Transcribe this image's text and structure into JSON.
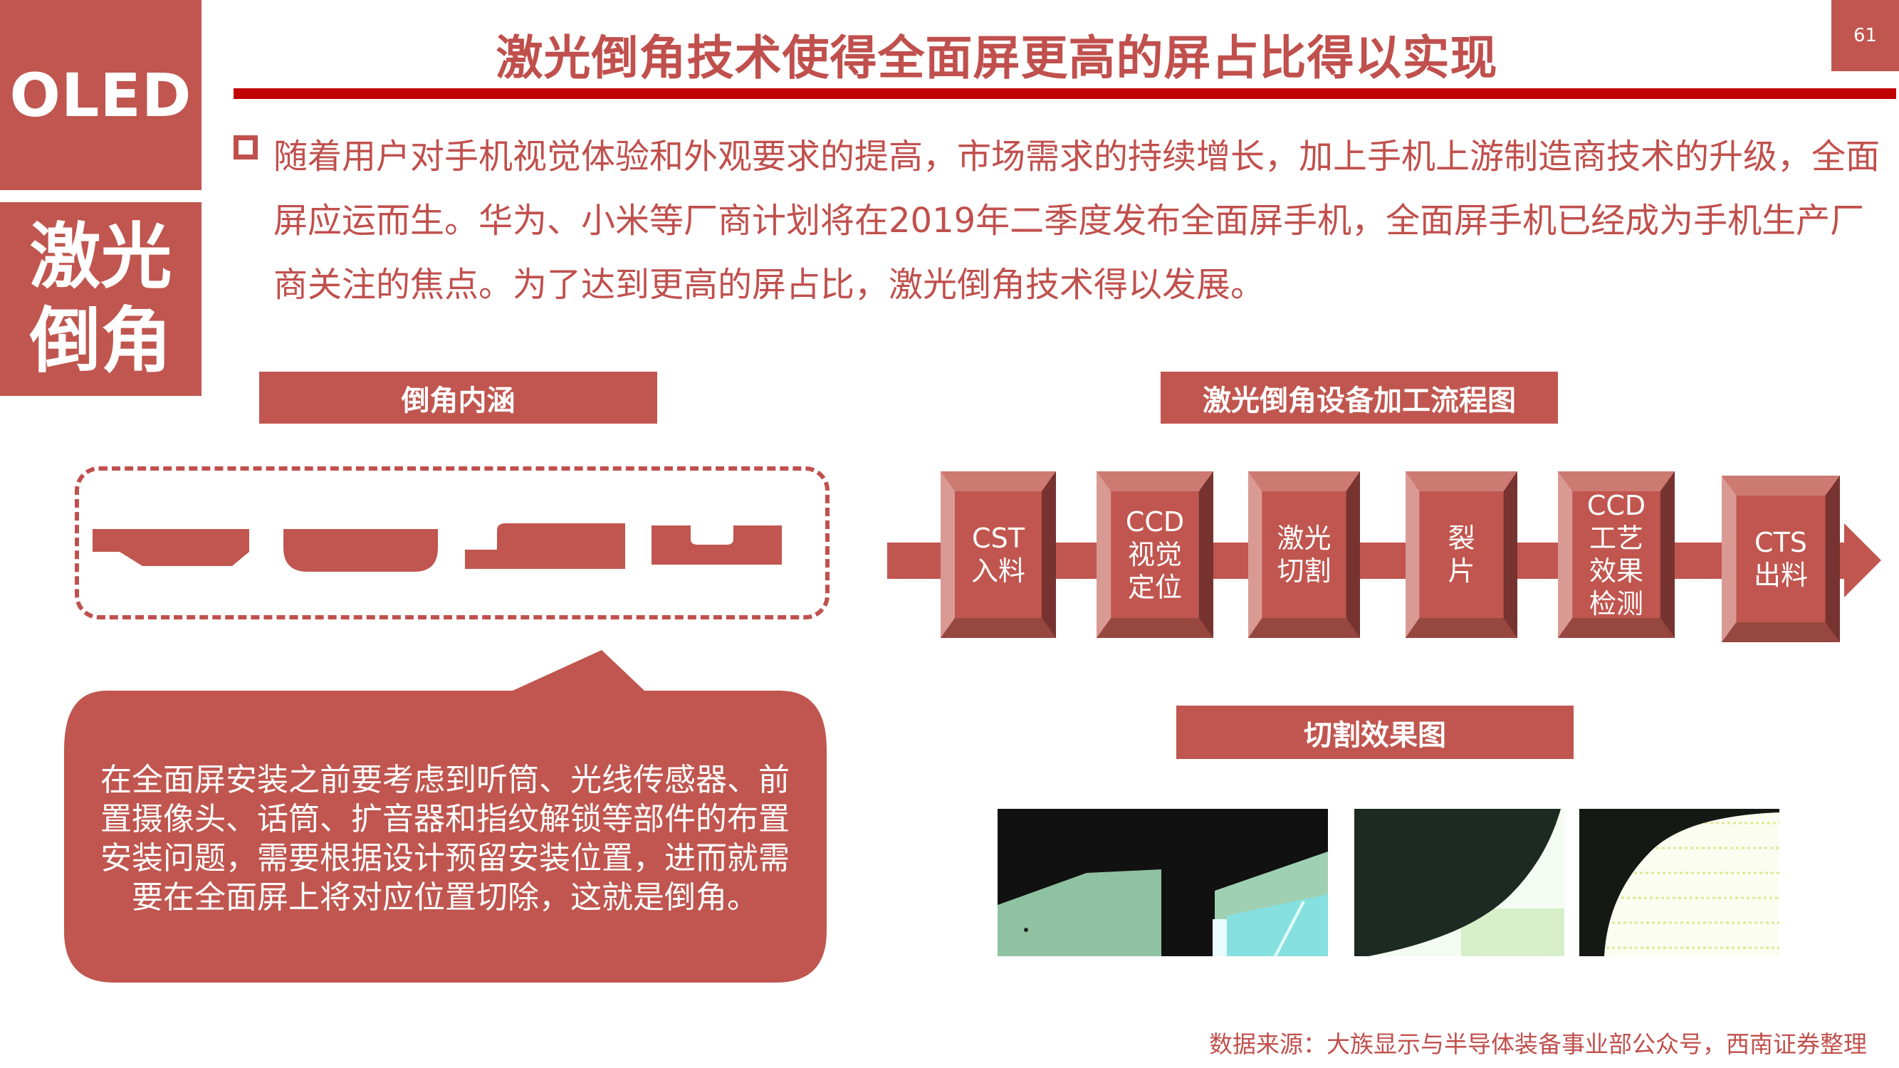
{
  "sidebar": {
    "category": "OLED",
    "topic_line1": "激光",
    "topic_line2": "倒角"
  },
  "page_number": "61",
  "title": "激光倒角技术使得全面屏更高的屏占比得以实现",
  "intro": {
    "bullet_icon": "hollow-square-bullet",
    "text": "随着用户对手机视觉体验和外观要求的提高，市场需求的持续增长，加上手机上游制造商技术的升级，全面屏应运而生。华为、小米等厂商计划将在2019年二季度发布全面屏手机，全面屏手机已经成为手机生产厂商关注的焦点。为了达到更高的屏占比，激光倒角技术得以发展。"
  },
  "chamfer_section": {
    "label": "倒角内涵",
    "shapes": [
      "chamfered-bottom-corners",
      "rounded-bottom-corners",
      "top-left-step-notch",
      "top-center-u-notch"
    ],
    "callout": "在全面屏安装之前要考虑到听筒、光线传感器、前置摄像头、话筒、扩音器和指纹解锁等部件的布置安装问题，需要根据设计预留安装位置，进而就需要在全面屏上将对应位置切除，这就是倒角。"
  },
  "flow_section": {
    "label": "激光倒角设备加工流程图",
    "steps": [
      {
        "label": "CST\n入料"
      },
      {
        "label": "CCD\n视觉\n定位"
      },
      {
        "label": "激光\n切割"
      },
      {
        "label": "裂\n片"
      },
      {
        "label": "CCD\n工艺\n效果\n检测"
      },
      {
        "label": "CTS\n出料"
      }
    ]
  },
  "cut_section": {
    "label": "切割效果图",
    "photos": [
      "straight-chamfer-micrograph",
      "curved-corner-micrograph-1",
      "curved-corner-micrograph-2"
    ]
  },
  "footer": {
    "source": "数据来源：大族显示与半导体装备事业部公众号，西南证券整理"
  },
  "colors": {
    "brand": "#c0564f",
    "rule": "#c00000",
    "text": "#c0504d"
  }
}
